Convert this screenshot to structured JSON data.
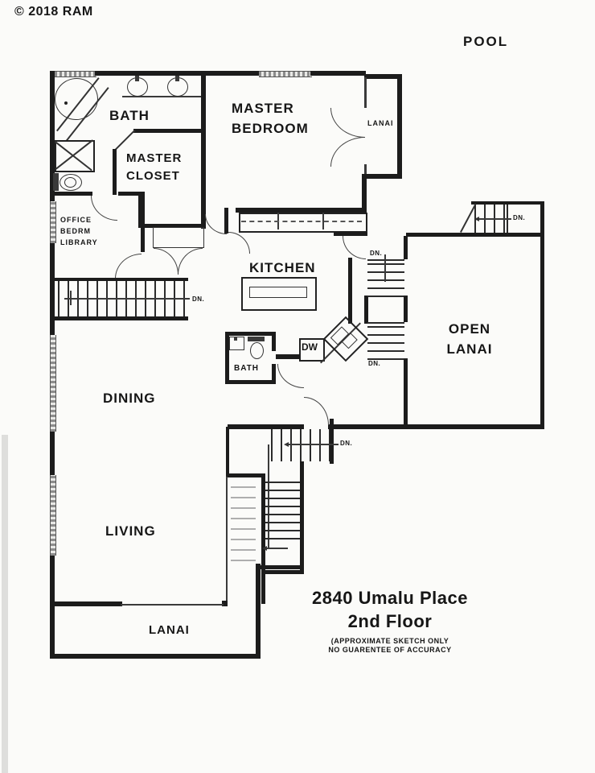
{
  "labels": {
    "copyright": "© 2018 RAM",
    "pool": "POOL"
  },
  "rooms": {
    "master_bath": "BATH",
    "master_closet1": "MASTER",
    "master_closet2": "CLOSET",
    "master_bedroom1": "MASTER",
    "master_bedroom2": "BEDROOM",
    "upper_lanai": "LANAI",
    "office1": "OFFICE",
    "office2": "BEDRM",
    "office3": "LIBRARY",
    "kitchen": "KITCHEN",
    "open_lanai1": "OPEN",
    "open_lanai2": "LANAI",
    "half_bath": "BATH",
    "dining": "DINING",
    "living": "LIVING",
    "lower_lanai": "LANAI"
  },
  "fixtures": {
    "dishwasher": "DW"
  },
  "stairs": {
    "dn": "DN."
  },
  "title_block": {
    "address": "2840 Umalu Place",
    "floor": "2nd Floor",
    "disclaimer1": "(APPROXIMATE SKETCH ONLY",
    "disclaimer2": "NO GUARENTEE OF ACCURACY"
  },
  "colors": {
    "ink": "#1c1c1c",
    "paper": "#fbfbf9"
  }
}
